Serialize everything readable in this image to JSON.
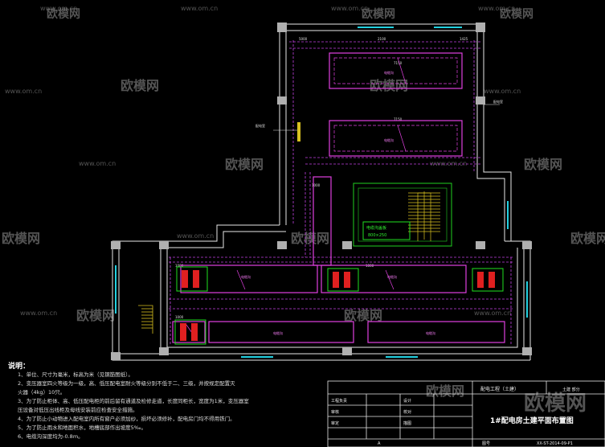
{
  "watermark": {
    "brand": "欧模网",
    "url": "www.om.cn"
  },
  "drawing": {
    "labels": {
      "cable_tray": "电缆沟",
      "wall_ref": "配电室",
      "stair_box_line1": "电缆沟盖板",
      "stair_box_line2": "800×250",
      "dim_top_left": "5000",
      "dim_top_mid": "2100",
      "dim_top_right": "1425",
      "dim_trench_1": "7150",
      "dim_trench_2": "7150",
      "dim_low_1": "1000",
      "dim_low_2": "1000",
      "dim_low_3": "1000",
      "dim_low_4": "1000"
    }
  },
  "notes": {
    "title": "说明：",
    "items": [
      "1、单位、尺寸为毫米，标高为米（见钢筋图纸）。",
      "2、变压器室四火等级为一级，高、低压配电室耐火等级分别不低于二、三级，并按规定配置灭",
      "   火器（4kg）10只。",
      "3、为了防止柜体、高、低压配电柜的前后留有通道及检修走道，长度同柜长，宽度为1米，变压器室",
      "   压设备对低压出线柜及母线安装前应检查安全措施。",
      "4、为了防止小动物进入配电室内所有窗户必须加纱，损坏必须修补，配电房门均不得用铁门。",
      "5、为了防止雨水和地面积水，地槽底部作出坡度5‰。",
      "6、电缆沟深度均为-0.8m。"
    ]
  },
  "title_block": {
    "project": "配电工程（土建）",
    "drawing_title": "1#配电房土建平面布置图",
    "col_labels": [
      "工程负责",
      "设计",
      "审核",
      "校对",
      "审定",
      "描图"
    ],
    "bottom_label": "图号",
    "drawing_no": "XX-ST-2014-09-P1",
    "top_right": "土建 部分",
    "revision": "A"
  }
}
